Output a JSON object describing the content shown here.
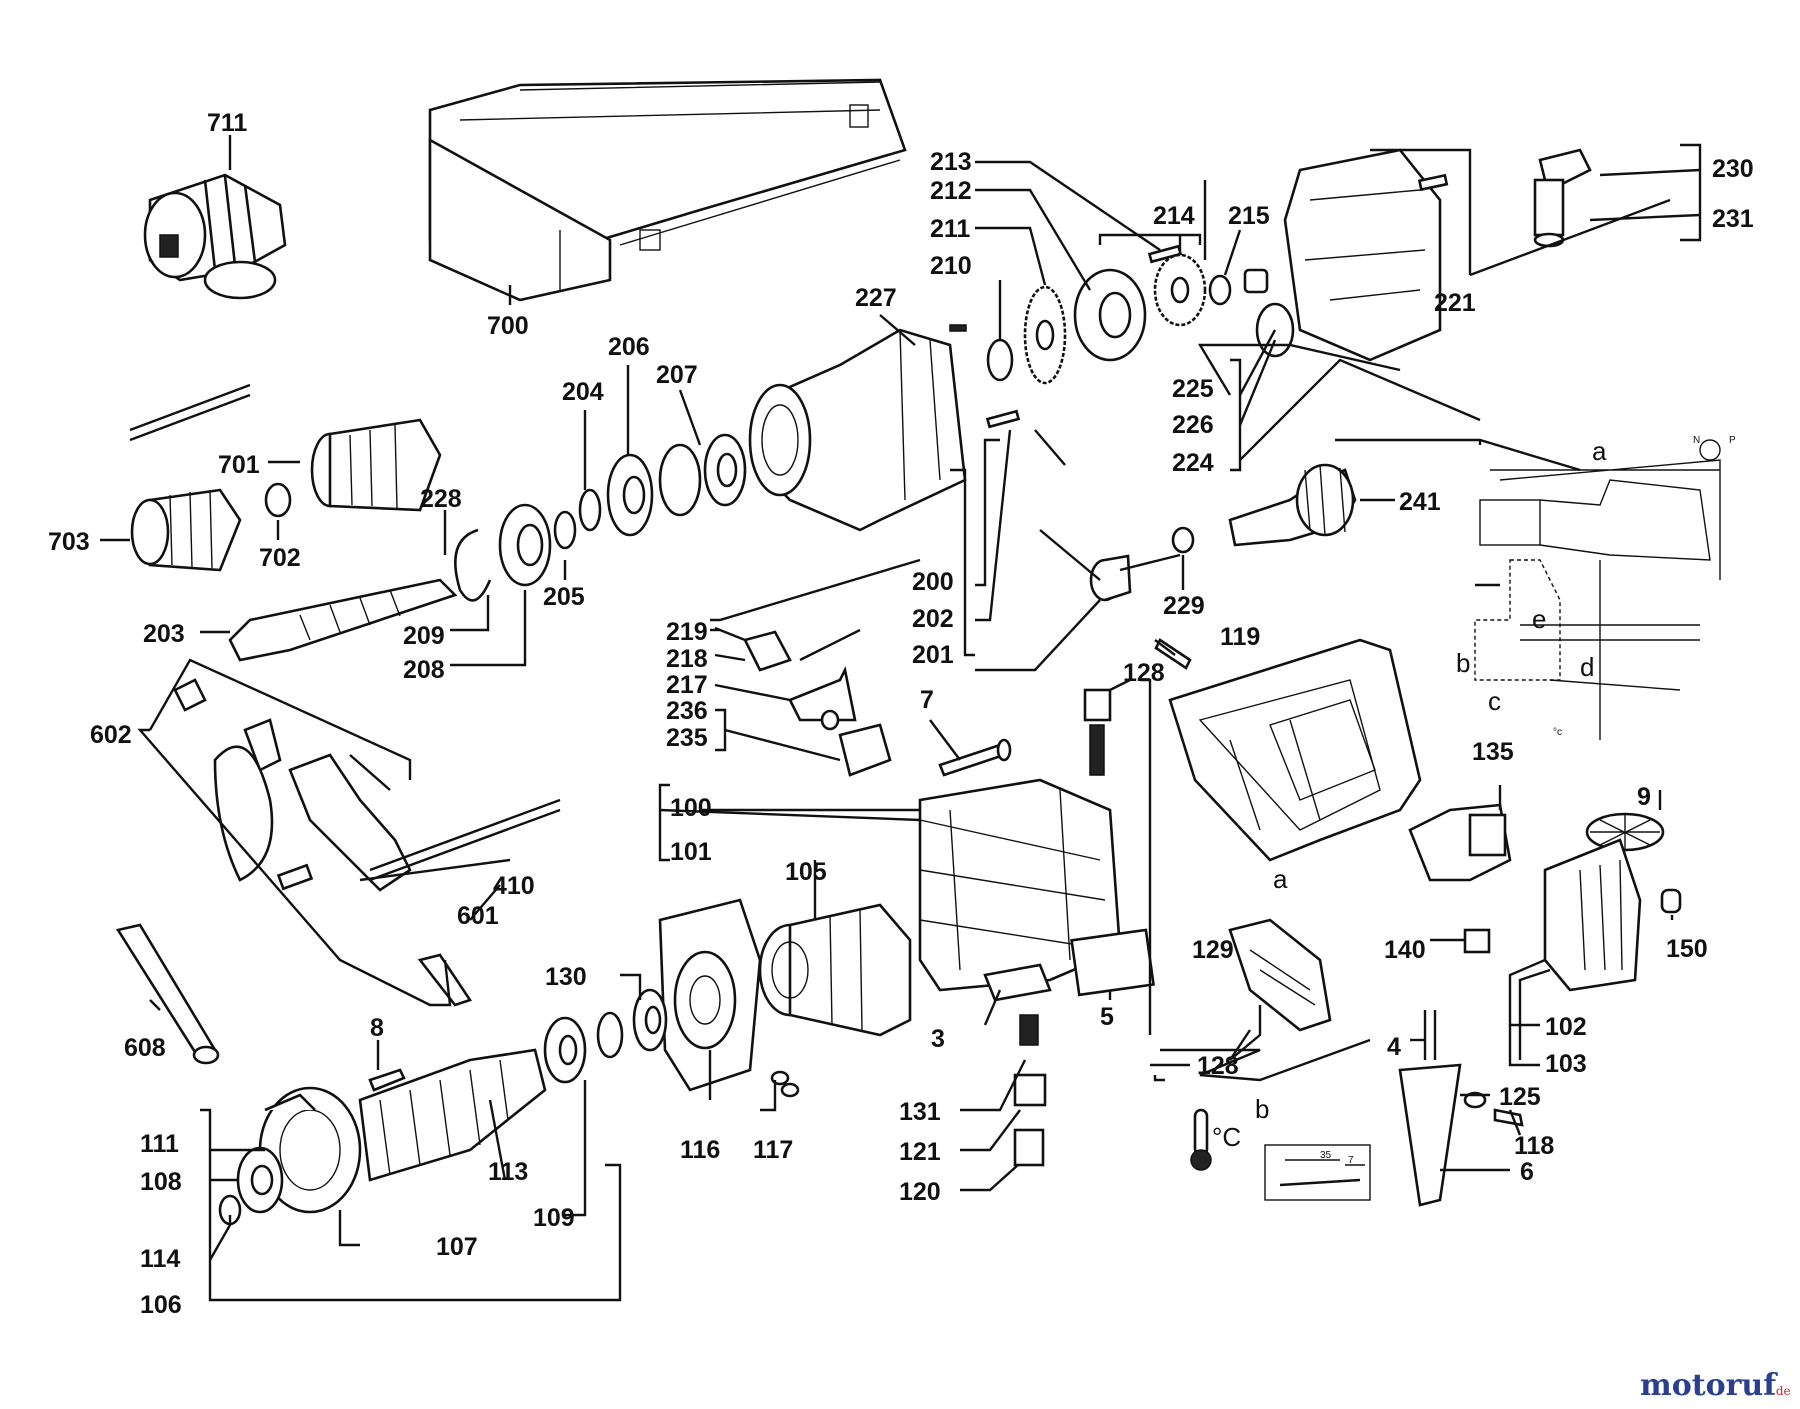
{
  "diagram": {
    "part_numbers": {
      "p711": "711",
      "p700": "700",
      "p701": "701",
      "p702": "702",
      "p703": "703",
      "p228": "228",
      "p209": "209",
      "p208": "208",
      "p205": "205",
      "p204": "204",
      "p206": "206",
      "p207": "207",
      "p203": "203",
      "p227": "227",
      "p213": "213",
      "p212": "212",
      "p211": "211",
      "p210": "210",
      "p214": "214",
      "p215": "215",
      "p221": "221",
      "p230": "230",
      "p231": "231",
      "p225": "225",
      "p226": "226",
      "p224": "224",
      "p241": "241",
      "p229": "229",
      "p200": "200",
      "p202": "202",
      "p201": "201",
      "p219": "219",
      "p218": "218",
      "p217": "217",
      "p236": "236",
      "p235": "235",
      "p119": "119",
      "p128a": "128",
      "p128b": "128",
      "p7": "7",
      "p100": "100",
      "p101": "101",
      "p602": "602",
      "p410": "410",
      "p601": "601",
      "p608": "608",
      "p8": "8",
      "p105": "105",
      "p130": "130",
      "p3": "3",
      "p5": "5",
      "p129": "129",
      "p131": "131",
      "p121": "121",
      "p120": "120",
      "p116": "116",
      "p117": "117",
      "p111": "111",
      "p108": "108",
      "p113": "113",
      "p109": "109",
      "p114": "114",
      "p107": "107",
      "p106": "106",
      "p135": "135",
      "p9": "9",
      "p140": "140",
      "p150": "150",
      "p102": "102",
      "p103": "103",
      "p4": "4",
      "p125": "125",
      "p118": "118",
      "p6": "6"
    },
    "wiring_labels": {
      "a_top": "a",
      "a_mid": "a",
      "b_left": "b",
      "c_left": "c",
      "d": "d",
      "e": "e",
      "b_bottom": "b",
      "N": "N",
      "P": "P",
      "deg_c_small": "°c"
    },
    "temperature_label": "°C",
    "dimension_labels": {
      "d35": "35",
      "d7": "7"
    }
  },
  "watermark": {
    "brand": "motoruf",
    "suffix": ".de"
  },
  "colors": {
    "line": "#111111",
    "watermark_blue": "#2a3f8f",
    "watermark_red": "#c0282d",
    "background": "#ffffff"
  }
}
